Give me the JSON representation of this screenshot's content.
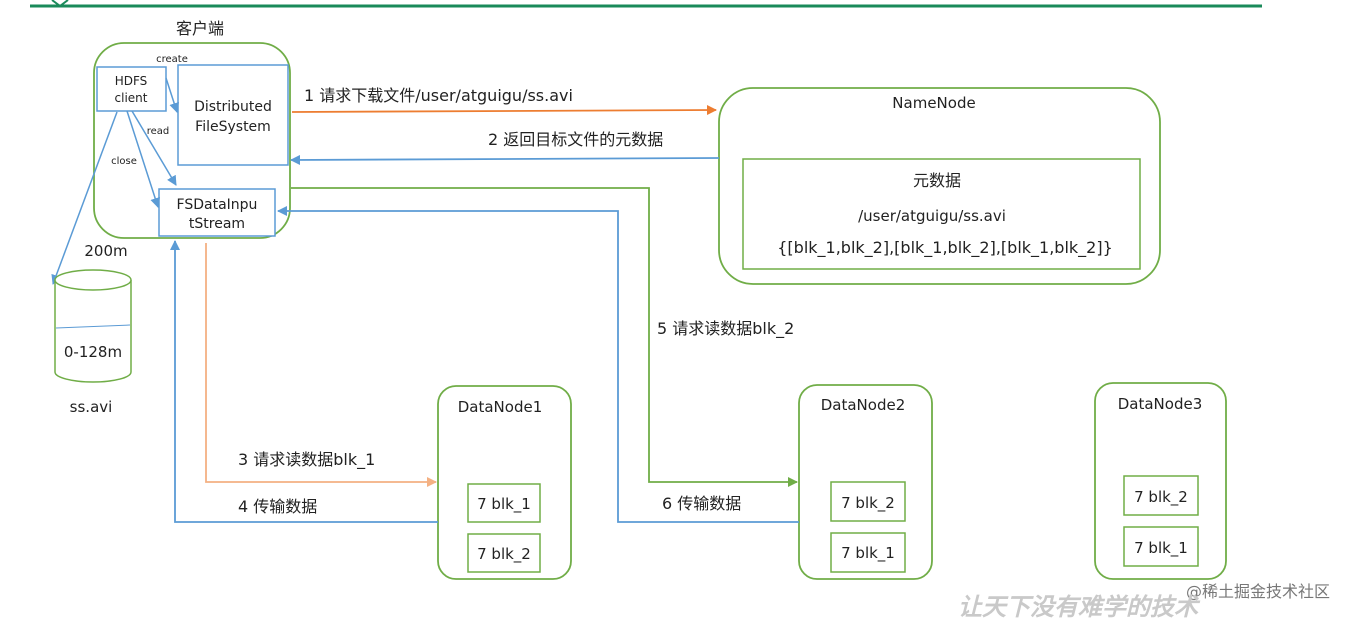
{
  "colors": {
    "green": "#70ad47",
    "blue": "#5b9bd5",
    "orange": "#ed7d31",
    "light_orange": "#f4b183",
    "top_bar": "#1a8a5a",
    "watermark": "#c9c9c9"
  },
  "client": {
    "title": "客户端",
    "hdfs_client": [
      "HDFS",
      "client"
    ],
    "distributed_fs": [
      "Distributed",
      "FileSystem"
    ],
    "fs_input_stream": [
      "FSDataInpu",
      "tStream"
    ],
    "label_create": "create",
    "label_read": "read",
    "label_close": "close"
  },
  "disk": {
    "size_label": "200m",
    "range_label": "0-128m",
    "file_label": "ss.avi"
  },
  "namenode": {
    "title": "NameNode",
    "metadata_title": "元数据",
    "path": "/user/atguigu/ss.avi",
    "blocks": "{[blk_1,blk_2],[blk_1,blk_2],[blk_1,blk_2]}"
  },
  "steps": {
    "s1": "1 请求下载文件/user/atguigu/ss.avi",
    "s2": "2 返回目标文件的元数据",
    "s3": "3 请求读数据blk_1",
    "s4": "4 传输数据",
    "s5": "5 请求读数据blk_2",
    "s6": "6 传输数据"
  },
  "datanodes": [
    {
      "title": "DataNode1",
      "blocks": [
        "7 blk_1",
        "7 blk_2"
      ]
    },
    {
      "title": "DataNode2",
      "blocks": [
        "7 blk_2",
        "7 blk_1"
      ]
    },
    {
      "title": "DataNode3",
      "blocks": [
        "7 blk_2",
        "7 blk_1"
      ]
    }
  ],
  "watermark": {
    "site": "@稀土掘金技术社区",
    "slogan": "让天下没有难学的技术"
  }
}
